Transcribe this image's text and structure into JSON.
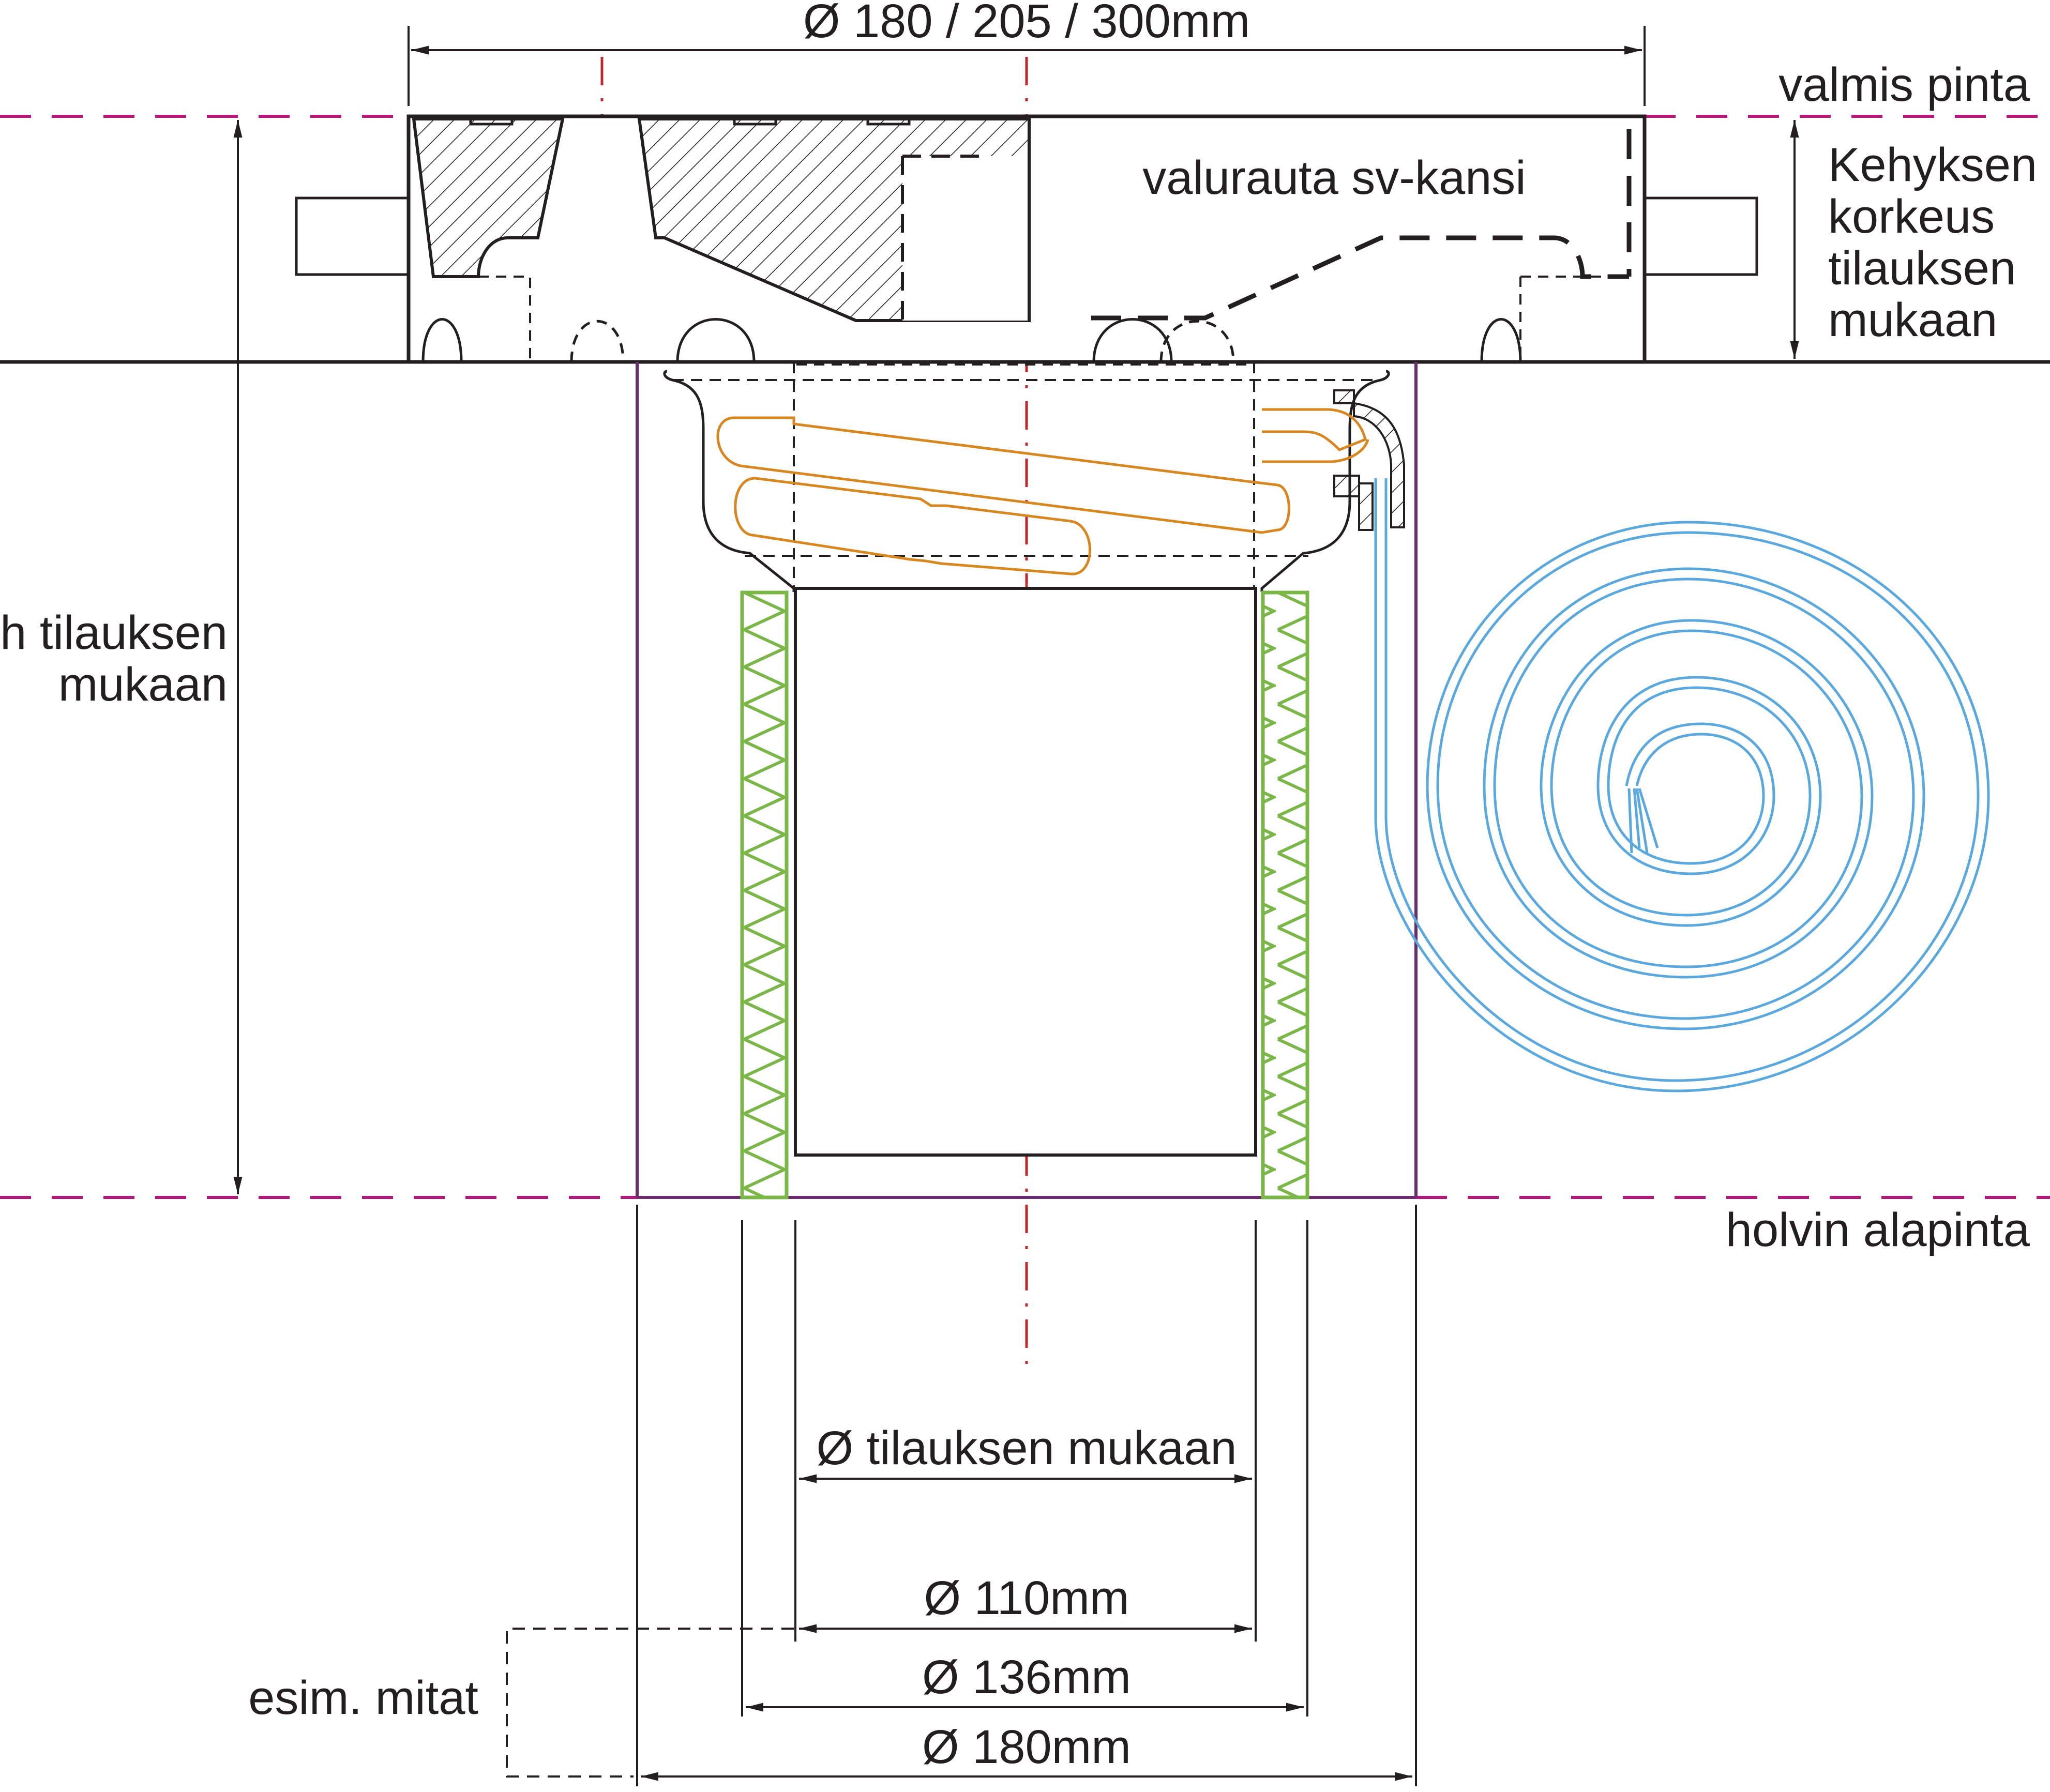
{
  "dimensions": {
    "top_diameter": "Ø 180 / 205 / 300mm",
    "inner_diameter": "Ø tilauksen mukaan",
    "d110": "Ø 110mm",
    "d136": "Ø 136mm",
    "d180": "Ø 180mm"
  },
  "labels": {
    "finished_surface": "valmis pinta",
    "cover": "valurauta sv-kansi",
    "frame_height_1": "Kehyksen",
    "frame_height_2": "korkeus",
    "frame_height_3": "tilauksen",
    "frame_height_4": "mukaan",
    "h_label_1": "h tilauksen",
    "h_label_2": "mukaan",
    "slab_bottom": "holvin alapinta",
    "example_dims": "esim. mitat"
  },
  "colors": {
    "line": "#231f20",
    "reference_dash": "#b5177a",
    "center_line": "#c1272d",
    "heating_cable": "#d8861f",
    "insulation": "#7ab648",
    "sleeve": "#6a2c6e",
    "hose": "#5aa8dd"
  }
}
